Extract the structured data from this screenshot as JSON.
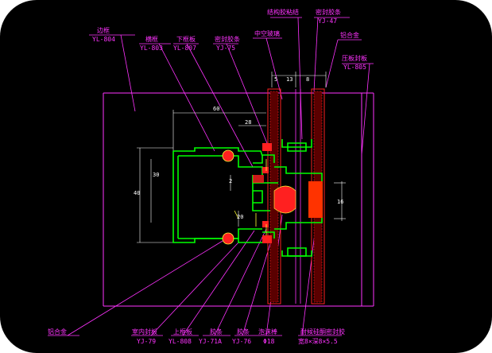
{
  "labels_top": [
    {
      "name": "边框",
      "code": "YL-804"
    },
    {
      "name": "横框",
      "code": "YL-803"
    },
    {
      "name": "下框板",
      "code": "YL-807"
    },
    {
      "name": "密封胶条",
      "code": "YJ-75"
    },
    {
      "name": "中空玻璃",
      "code": ""
    },
    {
      "name": "结构胶粘结",
      "code": ""
    },
    {
      "name": "密封胶条",
      "code": "YJ-47"
    },
    {
      "name": "铝合金",
      "code": ""
    },
    {
      "name": "压板封板",
      "code": "YL-805"
    }
  ],
  "labels_bottom": [
    {
      "name": "铝合金",
      "code": ""
    },
    {
      "name": "室内封板",
      "code": "YJ-79"
    },
    {
      "name": "上框板",
      "code": "YL-808"
    },
    {
      "name": "胶条",
      "code": "YJ-71A"
    },
    {
      "name": "胶条",
      "code": "YJ-76"
    },
    {
      "name": "泡沫棒",
      "code": "Φ18"
    },
    {
      "name": "耐候硅酮密封胶",
      "code": "宽8×深8×5.5"
    }
  ],
  "dimensions": [
    "60",
    "28",
    "30",
    "40",
    "2",
    "5",
    "13",
    "8",
    "16",
    "20"
  ],
  "colors": {
    "background": "#000000",
    "labels": "#ff33ff",
    "profile": "#00ff00",
    "glass_red": "#ff2020",
    "dims": "#ffffff",
    "sealant": "#ff3300"
  }
}
